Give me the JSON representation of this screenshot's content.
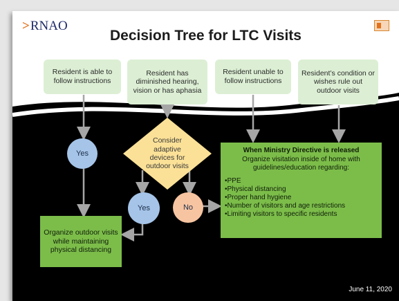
{
  "header": {
    "logo_text": "RNAO",
    "title": "Decision Tree for LTC Visits"
  },
  "top_boxes": [
    {
      "text": "Resident is able to follow instructions"
    },
    {
      "text": "Resident has diminished hearing, vision or has aphasia"
    },
    {
      "text": "Resident unable to follow instructions"
    },
    {
      "text": "Resident’s condition or wishes rule out outdoor visits"
    }
  ],
  "circles": {
    "yes_left": "Yes",
    "yes_middle": "Yes",
    "no": "No"
  },
  "diamond": {
    "text": "Consider adaptive devices for outdoor visits"
  },
  "outdoor_box": {
    "text": "Organize outdoor visits while maintaining physical distancing"
  },
  "ministry_box": {
    "heading": "When Ministry Directive is released",
    "intro": "Organize visitation inside of home with guidelines/education regarding:",
    "items": [
      "PPE",
      "Physical distancing",
      "Proper hand hygiene",
      "Number of visitors and age restrictions",
      "Limiting visitors to specific residents"
    ]
  },
  "footer": {
    "date": "June 11, 2020"
  },
  "colors": {
    "light_green": "#dcefd4",
    "green": "#7cbd4a",
    "blue": "#a5c4e8",
    "peach": "#f7c4a1",
    "diamond": "#fbe197",
    "black_wave": "#000000",
    "arrow": "#a6a6a6"
  }
}
